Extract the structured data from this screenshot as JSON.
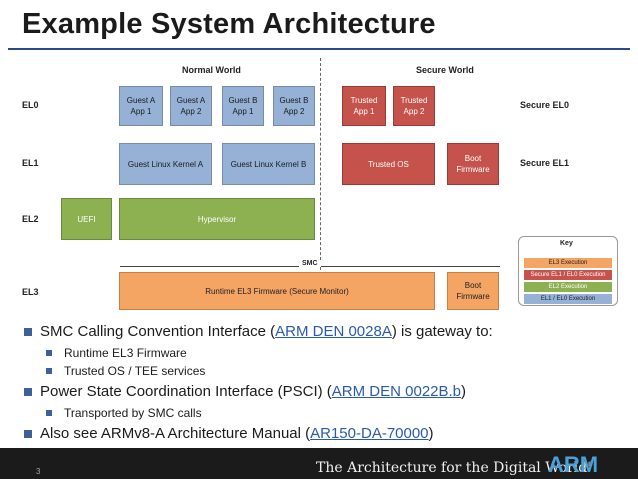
{
  "title": "Example System Architecture",
  "worlds": {
    "normal": "Normal World",
    "secure": "Secure World"
  },
  "levels": {
    "el0": "EL0",
    "el1": "EL1",
    "el2": "EL2",
    "el3": "EL3",
    "secure_el0": "Secure EL0",
    "secure_el1": "Secure EL1"
  },
  "boxes": {
    "guest_a_app1": [
      "Guest A",
      "App 1"
    ],
    "guest_a_app2": [
      "Guest A",
      "App 2"
    ],
    "guest_b_app1": [
      "Guest B",
      "App 1"
    ],
    "guest_b_app2": [
      "Guest B",
      "App 2"
    ],
    "trusted_app1": [
      "Trusted",
      "App 1"
    ],
    "trusted_app2": [
      "Trusted",
      "App 2"
    ],
    "guest_kernel_a": "Guest Linux Kernel A",
    "guest_kernel_b": "Guest Linux Kernel B",
    "trusted_os": "Trusted OS",
    "boot_fw_el1": [
      "Boot",
      "Firmware"
    ],
    "uefi": "UEFI",
    "hypervisor": "Hypervisor",
    "runtime_el3": "Runtime EL3 Firmware (Secure Monitor)",
    "boot_fw_el3": [
      "Boot",
      "Firmware"
    ]
  },
  "smc_label": "SMC",
  "key": {
    "title": "Key",
    "items": [
      "EL3 Execution",
      "Secure EL1 / EL0 Execution",
      "EL2 Execution",
      "EL1 / EL0 Execution"
    ]
  },
  "bullets": {
    "b1_pre": "SMC Calling Convention Interface (",
    "b1_link": "ARM DEN 0028A",
    "b1_post": ") is gateway to:",
    "b1_sub1": "Runtime EL3 Firmware",
    "b1_sub2": "Trusted OS / TEE services",
    "b2_pre": "Power State Coordination Interface (PSCI) (",
    "b2_link": "ARM DEN 0022B.b",
    "b2_post": ")",
    "b2_sub1": "Transported by SMC calls",
    "b3_pre": "Also see ARMv8-A Architecture Manual (",
    "b3_link": "AR150-DA-70000",
    "b3_post": ")"
  },
  "footer": {
    "page_number": "3",
    "tagline": "The Architecture for the Digital World",
    "tagline_mark": "®",
    "logo_text": "ARM"
  },
  "colors": {
    "normal_world": "#95b2d6",
    "secure_world": "#c5524b",
    "el2": "#8db050",
    "el3": "#f4a463",
    "footer": "#1b1b1b"
  }
}
